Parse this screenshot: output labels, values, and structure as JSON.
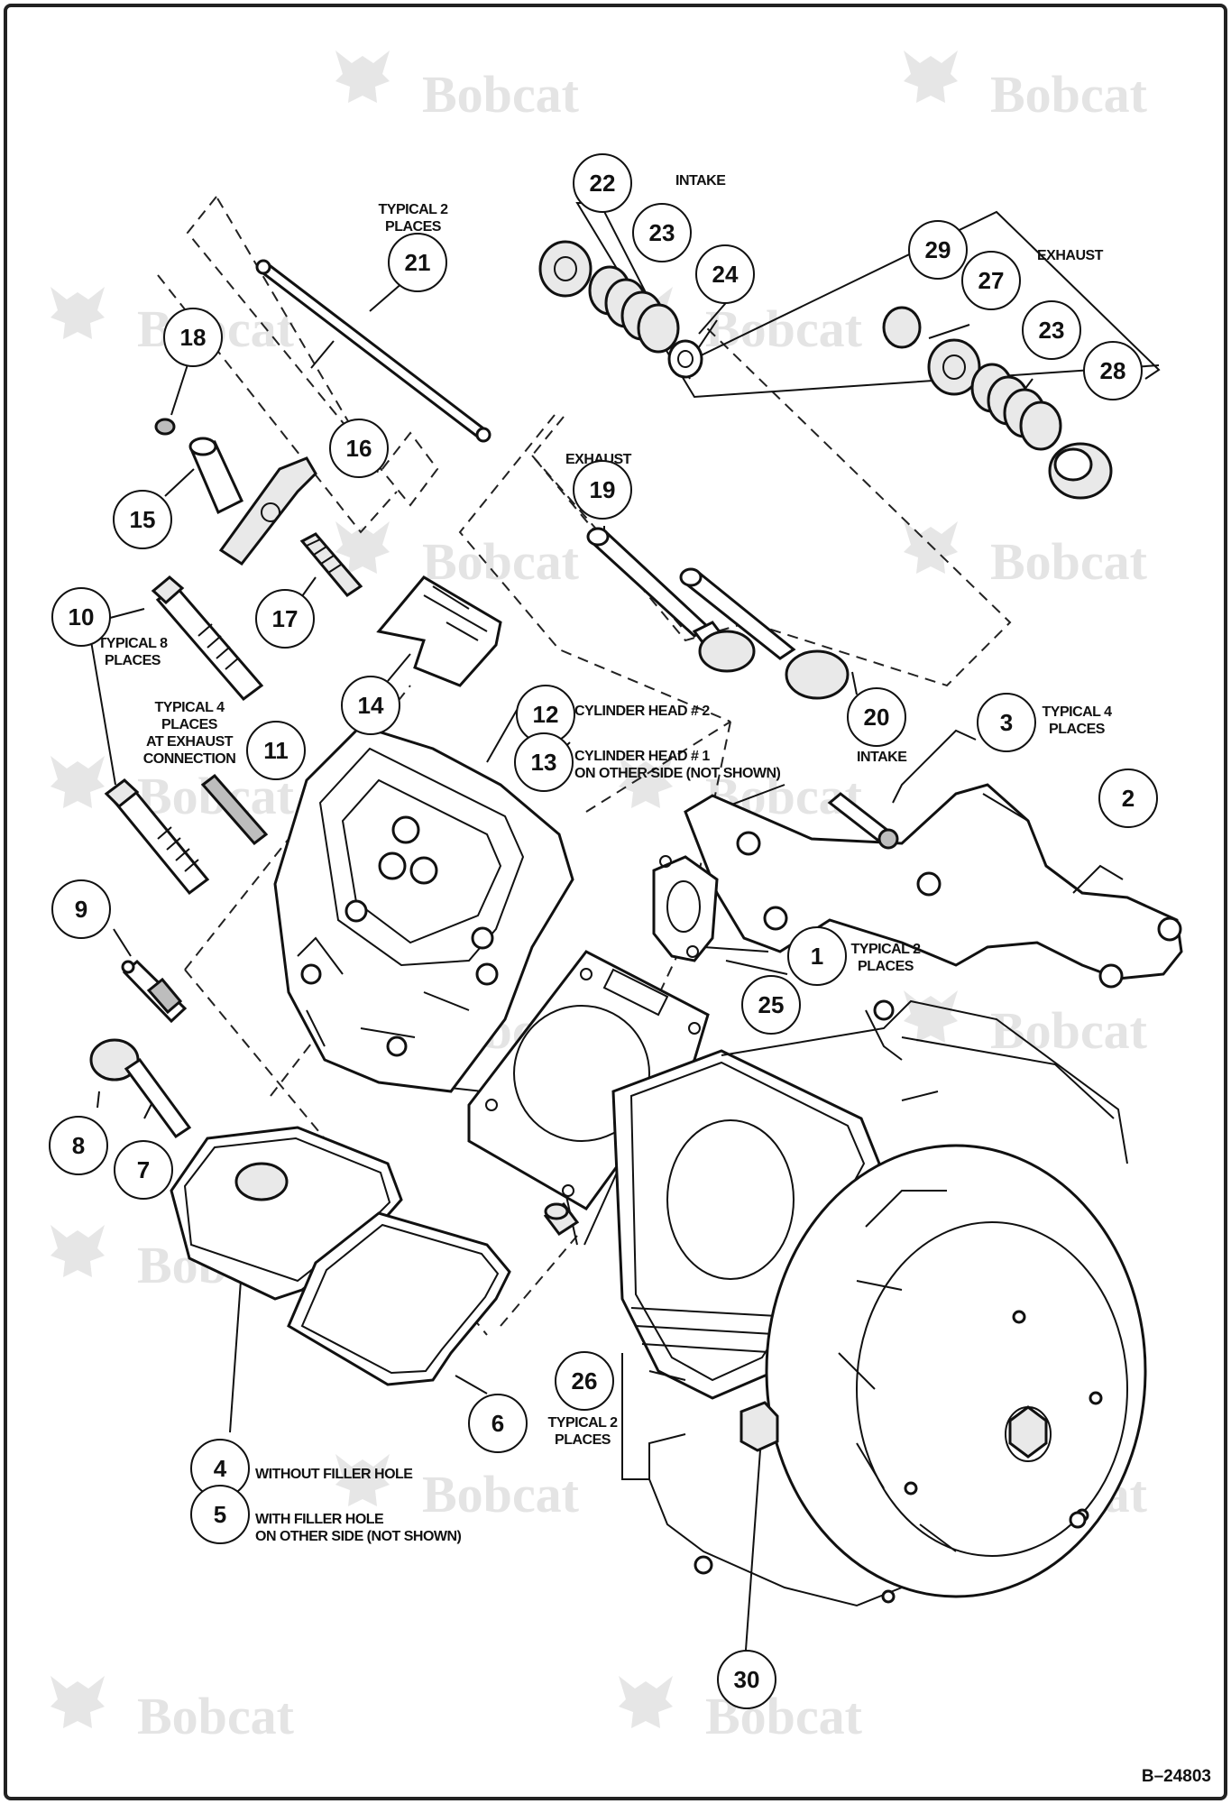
{
  "watermark": {
    "text": "Bobcat",
    "icon": "bobcat-logo-icon"
  },
  "figure_id": "B–24803",
  "notes": [
    {
      "id": "intake-top",
      "text": "INTAKE"
    },
    {
      "id": "exhaust-top",
      "text": "EXHAUST"
    },
    {
      "id": "typical-2-places-21",
      "lines": [
        "TYPICAL 2",
        "PLACES"
      ]
    },
    {
      "id": "exhaust-19",
      "text": "EXHAUST"
    },
    {
      "id": "typical-8-places",
      "lines": [
        "TYPICAL 8",
        "PLACES"
      ]
    },
    {
      "id": "typical-4-places-11",
      "lines": [
        "TYPICAL 4",
        "PLACES",
        "AT EXHAUST",
        "CONNECTION"
      ]
    },
    {
      "id": "cyl-head-2",
      "text": "CYLINDER HEAD # 2"
    },
    {
      "id": "cyl-head-1",
      "lines": [
        "CYLINDER HEAD # 1",
        "ON OTHER SIDE (NOT SHOWN)"
      ]
    },
    {
      "id": "intake-20",
      "text": "INTAKE"
    },
    {
      "id": "typical-4-places-3",
      "lines": [
        "TYPICAL 4",
        "PLACES"
      ]
    },
    {
      "id": "typical-2-places-1",
      "lines": [
        "TYPICAL 2",
        "PLACES"
      ]
    },
    {
      "id": "typical-2-places-26",
      "lines": [
        "TYPICAL 2",
        "PLACES"
      ]
    },
    {
      "id": "without-filler-hole",
      "text": "WITHOUT FILLER HOLE"
    },
    {
      "id": "with-filler-hole",
      "lines": [
        "WITH FILLER HOLE",
        "ON OTHER SIDE (NOT SHOWN)"
      ]
    }
  ],
  "callouts": [
    "22",
    "23",
    "24",
    "21",
    "29",
    "27",
    "23",
    "28",
    "18",
    "16",
    "15",
    "17",
    "19",
    "10",
    "14",
    "20",
    "12",
    "3",
    "13",
    "11",
    "2",
    "9",
    "1",
    "25",
    "8",
    "7",
    "26",
    "6",
    "4",
    "5",
    "30"
  ]
}
